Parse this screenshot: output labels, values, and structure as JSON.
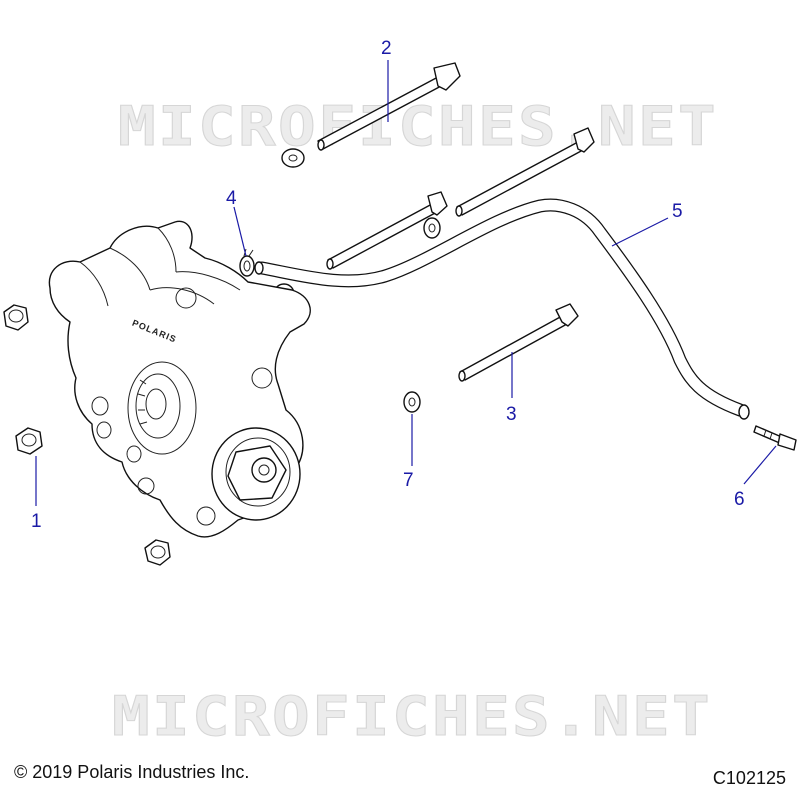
{
  "watermark": "MICROFICHES.NET",
  "callouts": [
    "1",
    "2",
    "3",
    "4",
    "5",
    "6",
    "7"
  ],
  "copyright": "© 2019 Polaris Industries Inc.",
  "figure_id": "C102125",
  "housing_logo": "POLARIS"
}
